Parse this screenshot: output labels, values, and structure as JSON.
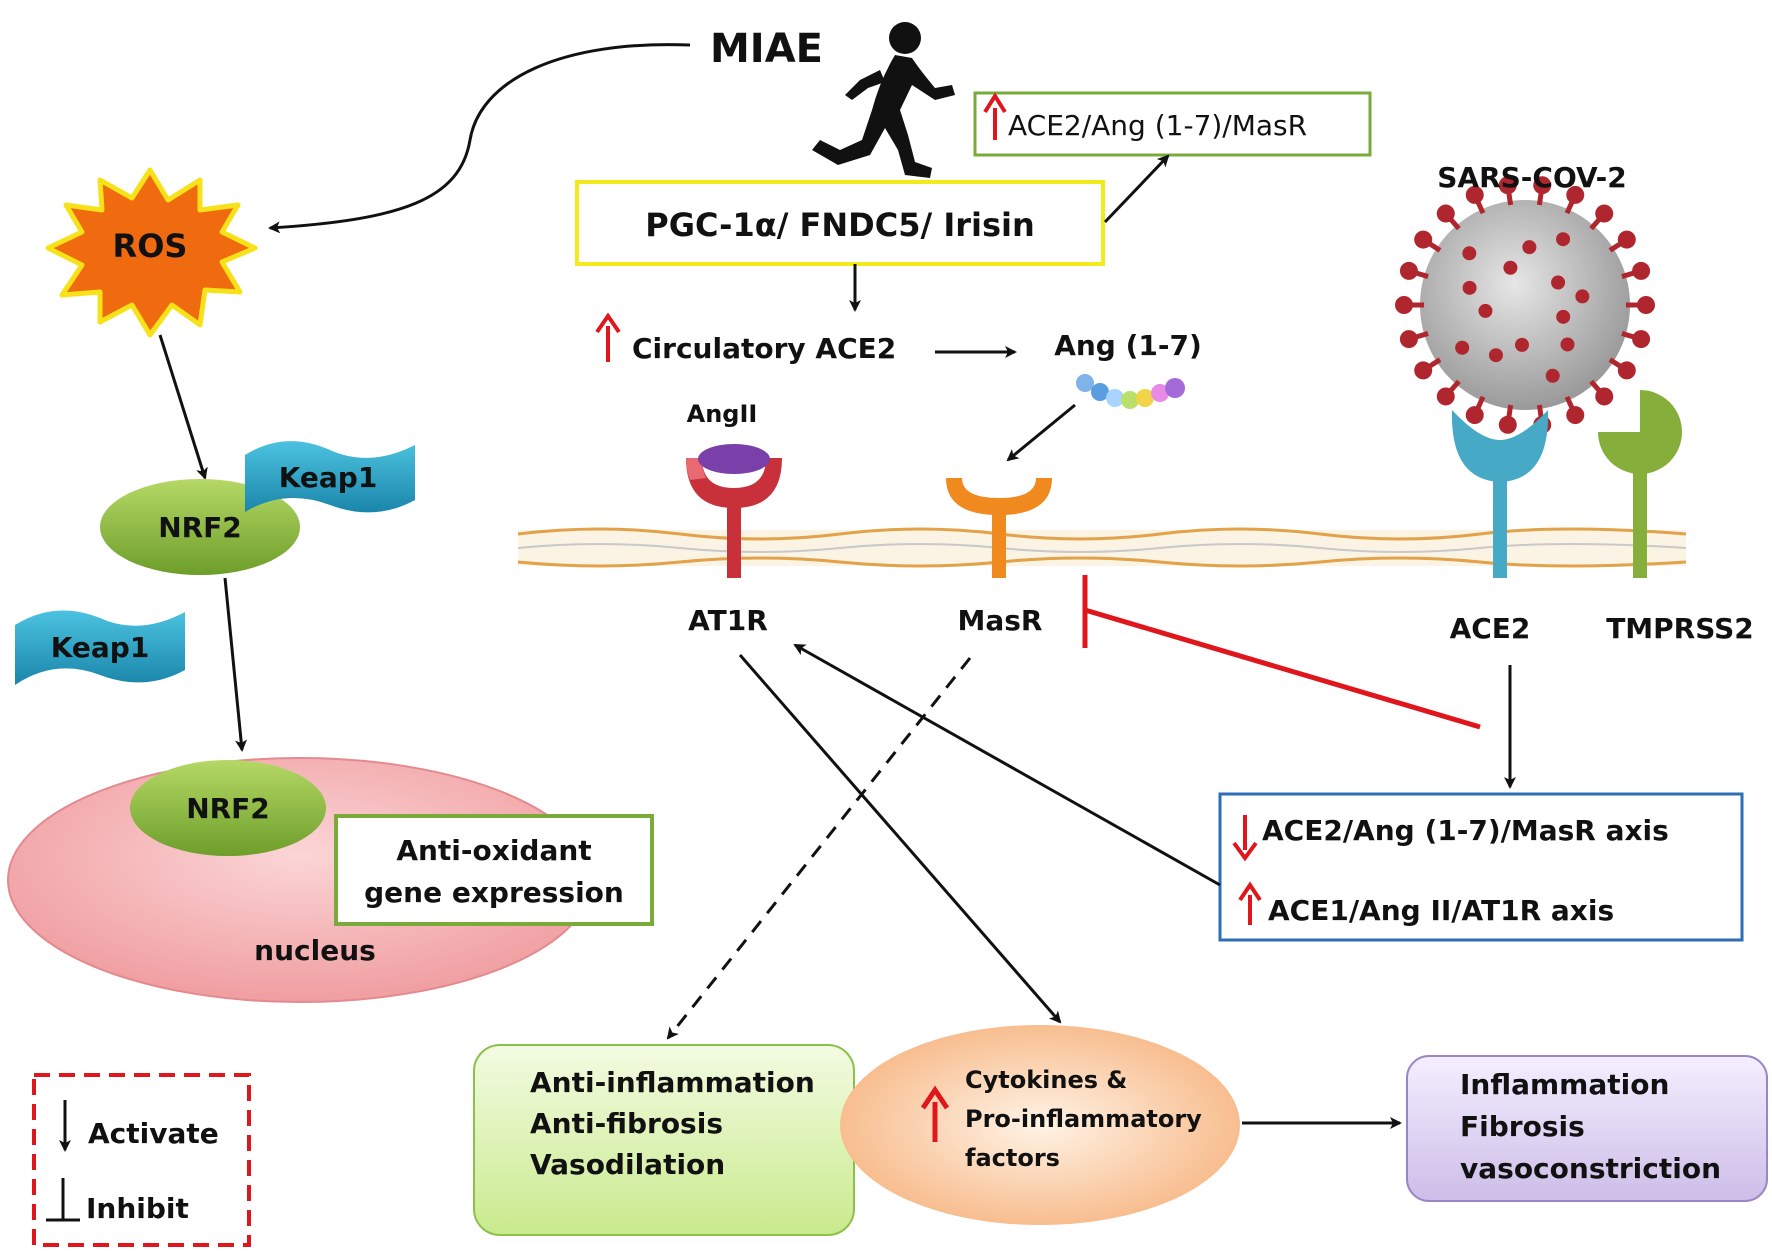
{
  "stimulus": "MIAE",
  "ros": "ROS",
  "keap1_bound": "Keap1",
  "keap1_free": "Keap1",
  "nrf2_cytoplasm": "NRF2",
  "nrf2_nucleus": "NRF2",
  "nucleus": "nucleus",
  "antioxidant_line1": "Anti-oxidant",
  "antioxidant_line2": "gene expression",
  "pgc_pathway": "PGC-1α/ FNDC5/ Irisin",
  "ace2_axis_up": "ACE2/Ang (1-7)/MasR",
  "circulatory_ace2": "Circulatory ACE2",
  "ang17": "Ang (1-7)",
  "angii": "AngII",
  "at1r": "AT1R",
  "masr": "MasR",
  "virus": "SARS-COV-2",
  "ace2": "ACE2",
  "tmprss2": "TMPRSS2",
  "axis_down": "ACE2/Ang (1-7)/MasR axis",
  "axis_up": "ACE1/Ang II/AT1R axis",
  "anti_effects": [
    "Anti-inflammation",
    "Anti-fibrosis",
    "Vasodilation"
  ],
  "cytokines": [
    "Cytokines &",
    "Pro-inflammatory",
    "factors"
  ],
  "pro_effects": [
    "Inflammation",
    "Fibrosis",
    "vasoconstriction"
  ],
  "legend": {
    "activate": "Activate",
    "inhibit": "Inhibit"
  },
  "colors": {
    "arrow": "#111111",
    "inhibit": "#e0161d",
    "up_arrow": "#e0161d",
    "ros_fill": "#f06a10",
    "ros_stroke": "#f7e21a",
    "nrf2": "#8dbd3c",
    "keap1": "#2aa7c9",
    "nucleus": "#f4aeb0",
    "pgc_box": "#f2ea1a",
    "green_box": "#7aab3a",
    "blue_box": "#2c6fb7",
    "at1r": "#c8313a",
    "angii": "#7a3fa8",
    "masr": "#f08a1e",
    "ace2_receptor": "#46a9c6",
    "tmprss2_receptor": "#86ae3a",
    "virus_body": "#c0c0c0",
    "virus_spike": "#b0262e"
  }
}
